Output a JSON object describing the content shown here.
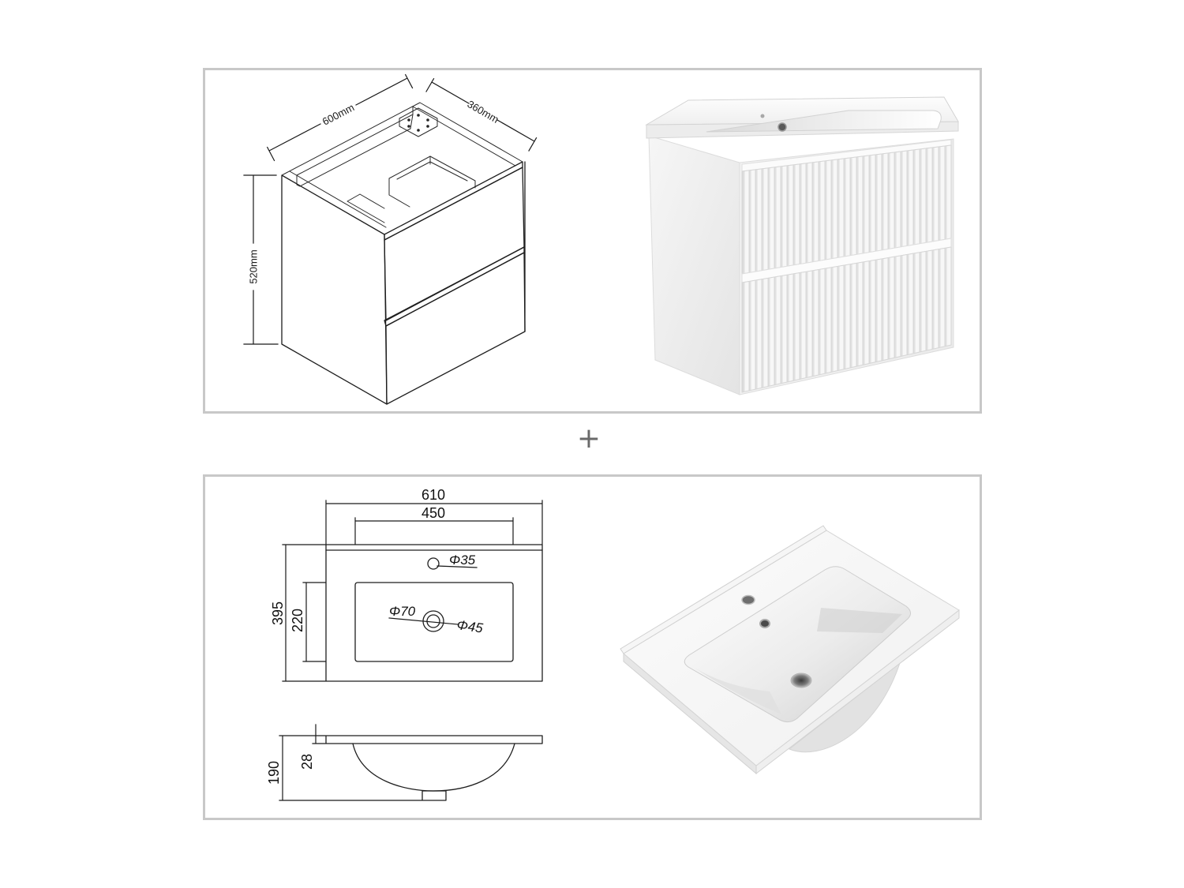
{
  "cabinet_drawing": {
    "width": "600mm",
    "depth": "360mm",
    "height": "520mm"
  },
  "plus_sign": "+",
  "basin_top_view": {
    "overall_width": "610",
    "bowl_width": "450",
    "tap_hole_dia": "Φ35",
    "drain_outer_dia": "Φ70",
    "drain_inner_dia": "Φ45",
    "overall_depth": "395",
    "bowl_depth": "220"
  },
  "basin_side_view": {
    "overall_height": "190",
    "slab_thickness": "28"
  }
}
